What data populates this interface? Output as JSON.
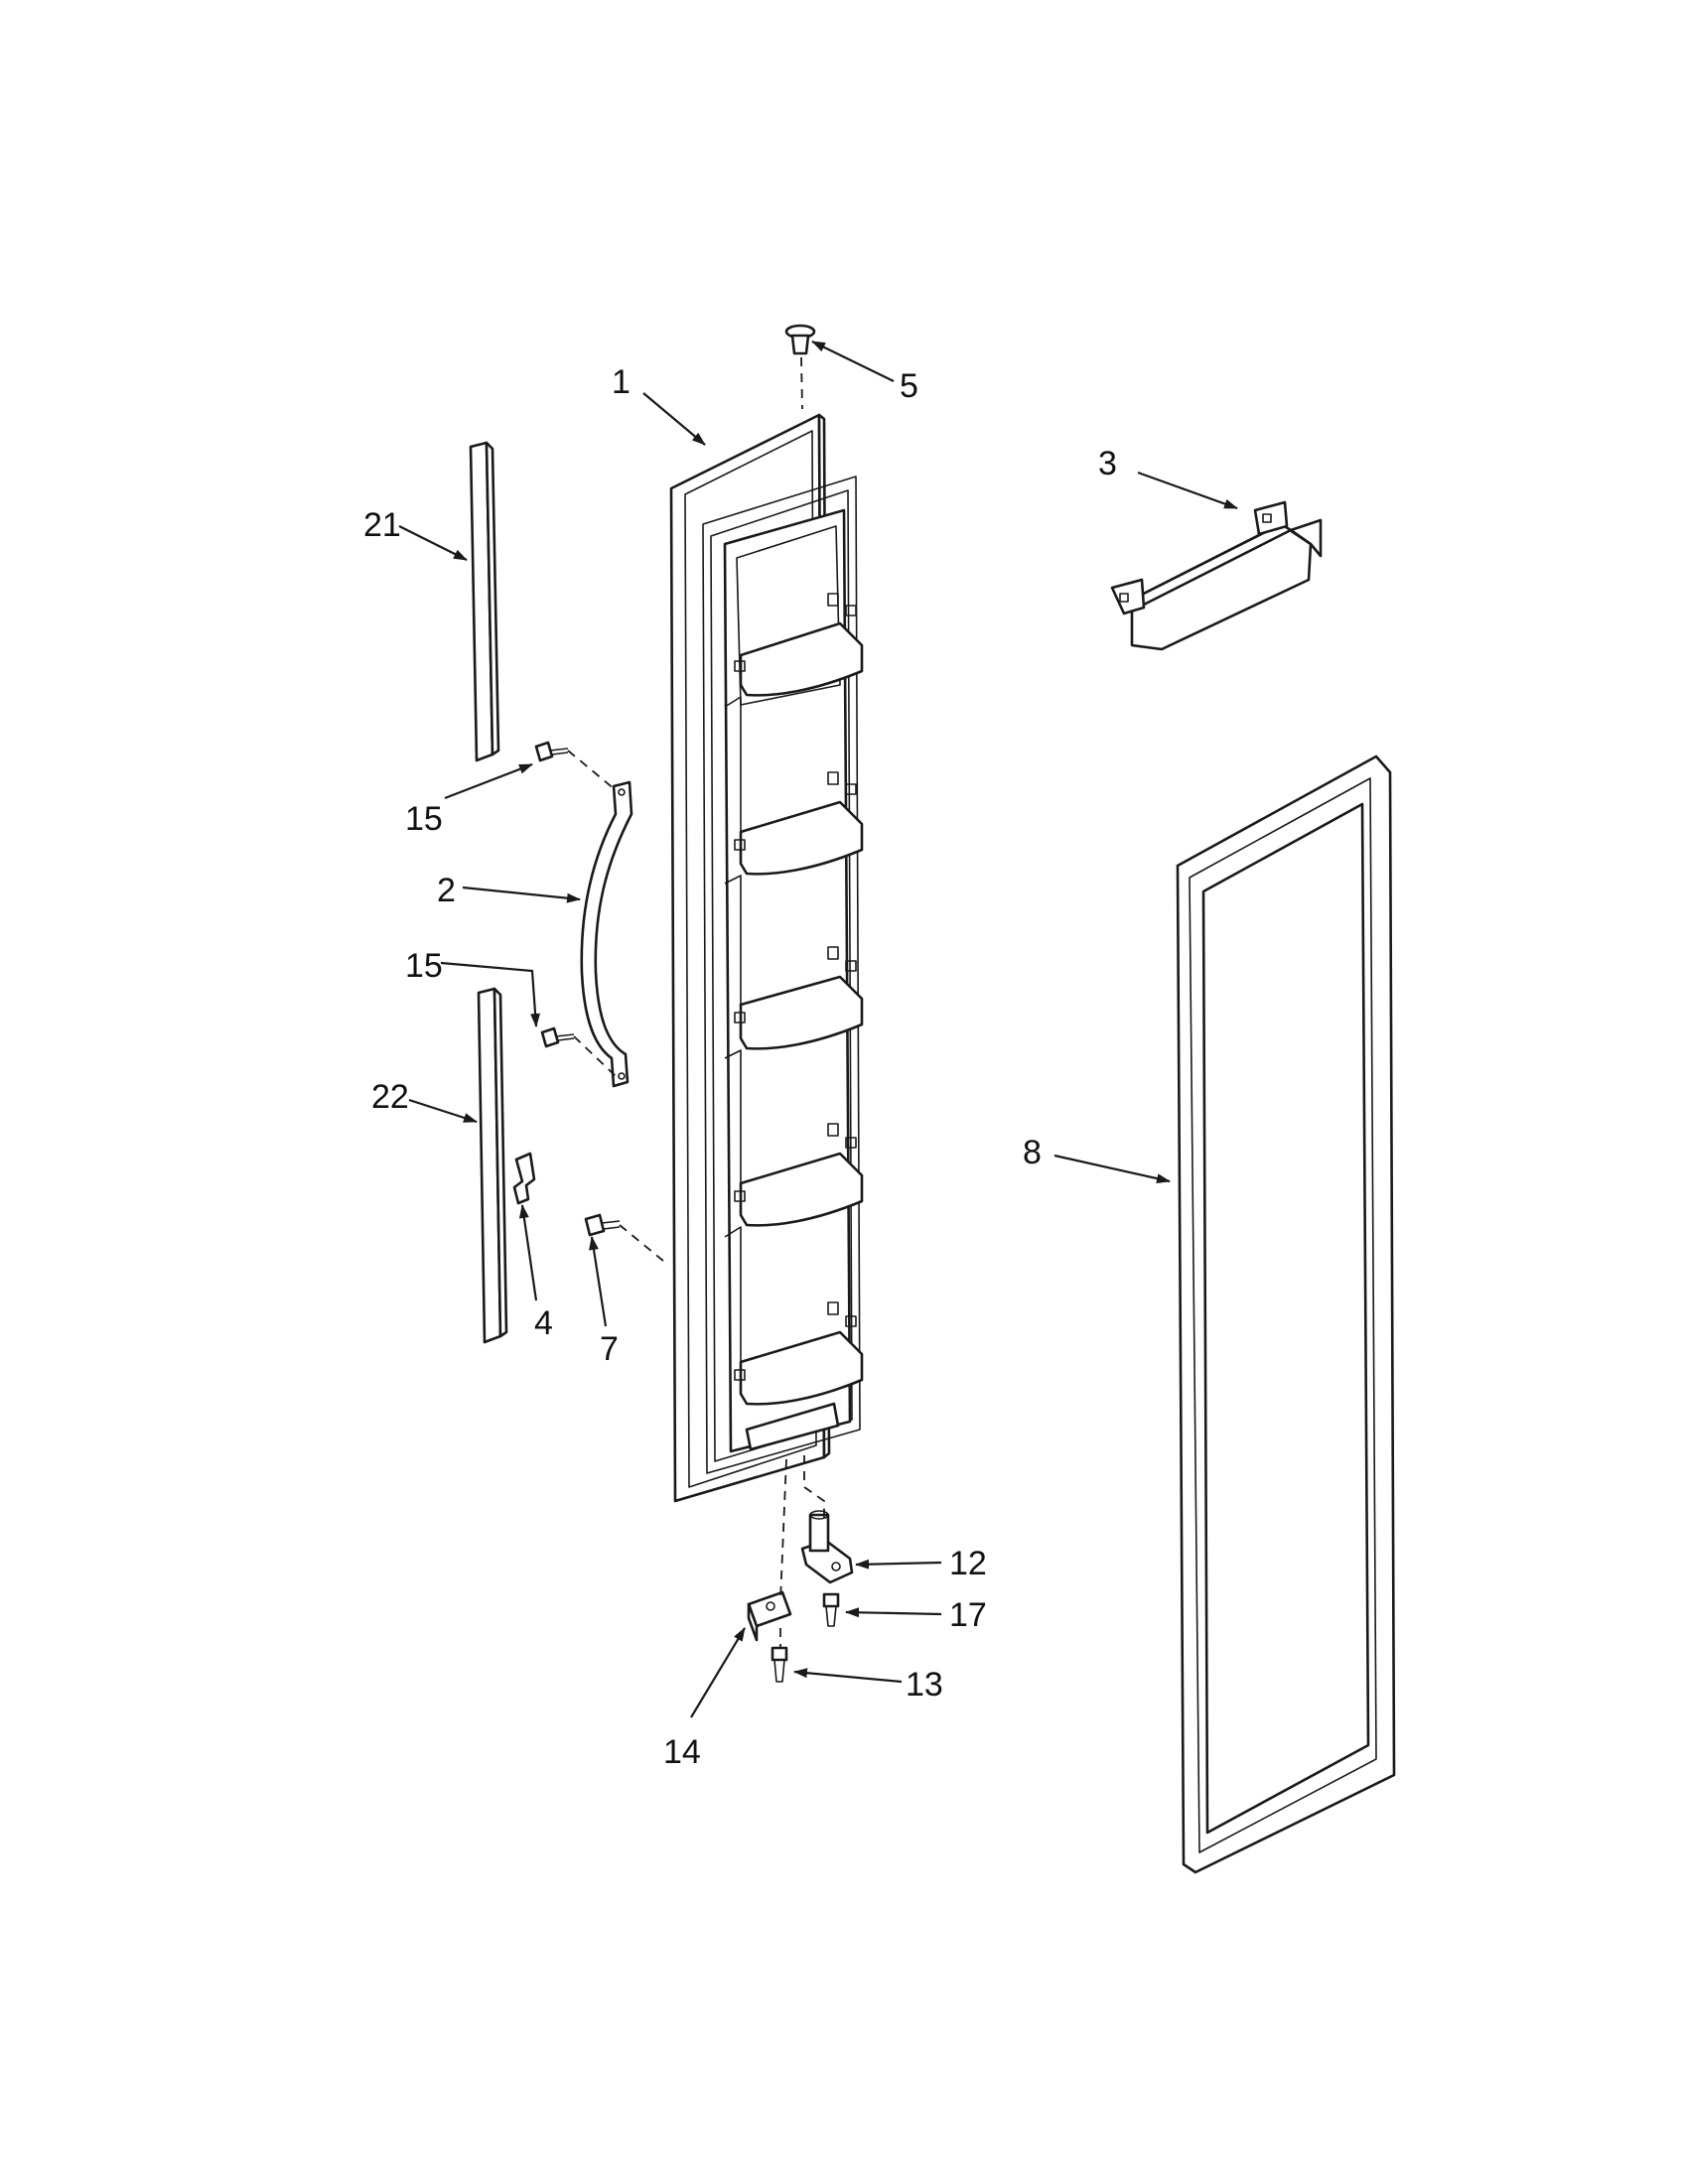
{
  "callouts": [
    {
      "id": "c1",
      "text": "1"
    },
    {
      "id": "c2",
      "text": "2"
    },
    {
      "id": "c3",
      "text": "3"
    },
    {
      "id": "c4",
      "text": "4"
    },
    {
      "id": "c5",
      "text": "5"
    },
    {
      "id": "c7",
      "text": "7"
    },
    {
      "id": "c8",
      "text": "8"
    },
    {
      "id": "c12",
      "text": "12"
    },
    {
      "id": "c13",
      "text": "13"
    },
    {
      "id": "c14",
      "text": "14"
    },
    {
      "id": "c15a",
      "text": "15"
    },
    {
      "id": "c15b",
      "text": "15"
    },
    {
      "id": "c17",
      "text": "17"
    },
    {
      "id": "c21",
      "text": "21"
    },
    {
      "id": "c22",
      "text": "22"
    }
  ],
  "colors": {
    "line": "#1a1a1a",
    "background": "#ffffff"
  }
}
